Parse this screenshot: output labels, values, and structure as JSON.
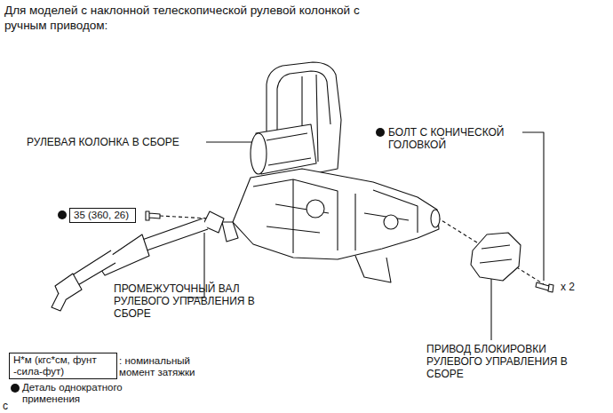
{
  "diagram": {
    "title": "Для моделей с наклонной телескопической рулевой колонкой с ручным приводом:",
    "nodes": [
      {
        "text": [
          "35 (360, 26)"
        ]
      },
      {
        "text": [
          "Н*м (кгс*см, фунт -сила-фут)"
        ]
      }
    ],
    "labels": [
      "РУЛЕВАЯ КОЛОНКА В СБОРЕ",
      "БОЛТ С КОНИЧЕСКОЙ ГОЛОВКОЙ",
      "ПРОМЕЖУТОЧНЫЙ ВАЛ РУЛЕВОГО УПРАВЛЕНИЯ В СБОРЕ",
      "x 2",
      "ПРИВОД БЛОКИРОВКИ РУЛЕВОГО УПРАВЛЕНИЯ В СБОРЕ",
      "c"
    ],
    "legend": [
      {
        "text": ": номинальный момент затяжки"
      },
      {
        "text": "Деталь однократного применения"
      }
    ]
  }
}
